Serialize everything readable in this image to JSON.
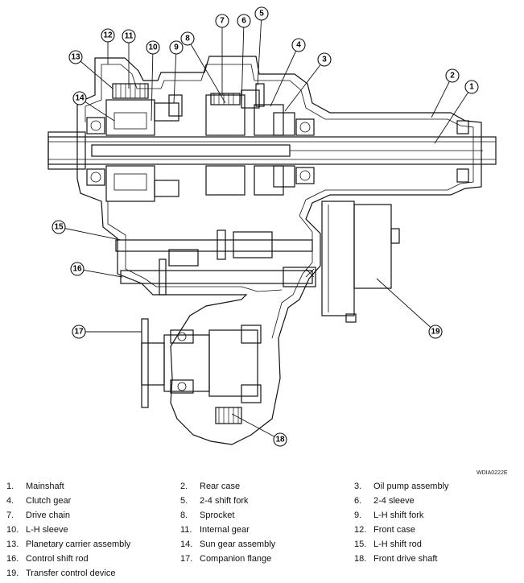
{
  "figure_code": "WDIA0222E",
  "callouts": [
    "1",
    "2",
    "3",
    "4",
    "5",
    "6",
    "7",
    "8",
    "9",
    "10",
    "11",
    "12",
    "13",
    "14",
    "15",
    "16",
    "17",
    "18",
    "19"
  ],
  "legend": [
    {
      "num": "1.",
      "label": "Mainshaft"
    },
    {
      "num": "2.",
      "label": "Rear case"
    },
    {
      "num": "3.",
      "label": "Oil pump assembly"
    },
    {
      "num": "4.",
      "label": "Clutch gear"
    },
    {
      "num": "5.",
      "label": "2-4 shift fork"
    },
    {
      "num": "6.",
      "label": "2-4 sleeve"
    },
    {
      "num": "7.",
      "label": "Drive chain"
    },
    {
      "num": "8.",
      "label": "Sprocket"
    },
    {
      "num": "9.",
      "label": "L-H shift fork"
    },
    {
      "num": "10.",
      "label": "L-H sleeve"
    },
    {
      "num": "11.",
      "label": "Internal gear"
    },
    {
      "num": "12.",
      "label": "Front case"
    },
    {
      "num": "13.",
      "label": "Planetary carrier assembly"
    },
    {
      "num": "14.",
      "label": "Sun gear assembly"
    },
    {
      "num": "15.",
      "label": "L-H shift rod"
    },
    {
      "num": "16.",
      "label": "Control shift rod"
    },
    {
      "num": "17.",
      "label": "Companion flange"
    },
    {
      "num": "18.",
      "label": "Front drive shaft"
    },
    {
      "num": "19.",
      "label": "Transfer control device"
    }
  ]
}
